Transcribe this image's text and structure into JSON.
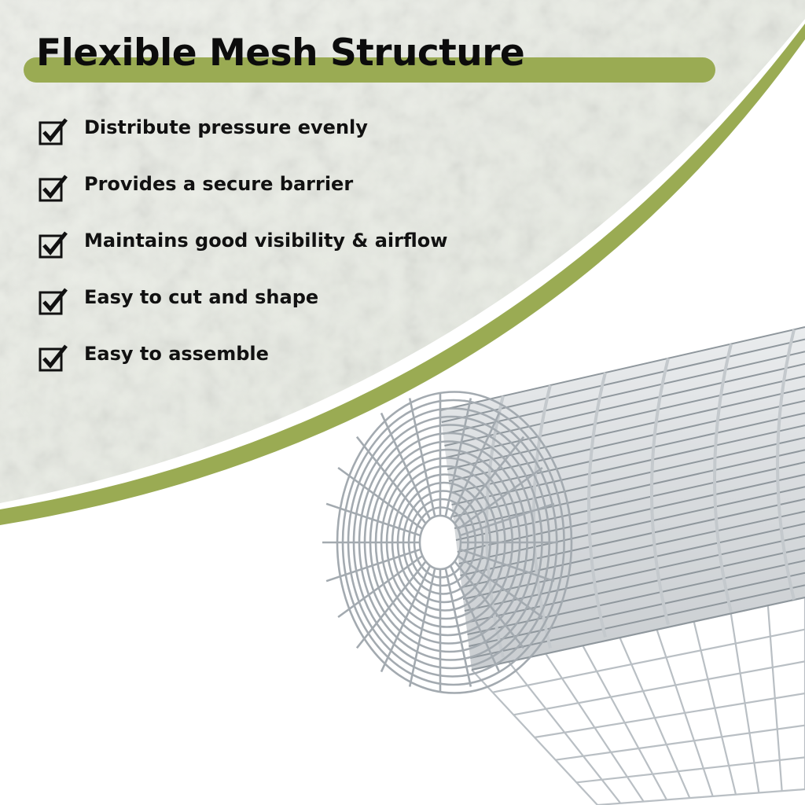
{
  "title": "Flexible Mesh Structure",
  "features": [
    {
      "text": "Distribute pressure evenly",
      "icon": "checkbox-check-icon"
    },
    {
      "text": "Provides a secure barrier",
      "icon": "checkbox-check-icon"
    },
    {
      "text": "Maintains good visibility & airflow",
      "icon": "checkbox-check-icon"
    },
    {
      "text": "Easy to cut and shape",
      "icon": "checkbox-check-icon"
    },
    {
      "text": "Easy to assemble",
      "icon": "checkbox-check-icon"
    }
  ],
  "colors": {
    "accent": "#9aab53",
    "background_panel": "#e8ebe4",
    "text": "#111111",
    "wire": "#9aa1a7"
  },
  "product_image": "rolled-welded-wire-mesh"
}
